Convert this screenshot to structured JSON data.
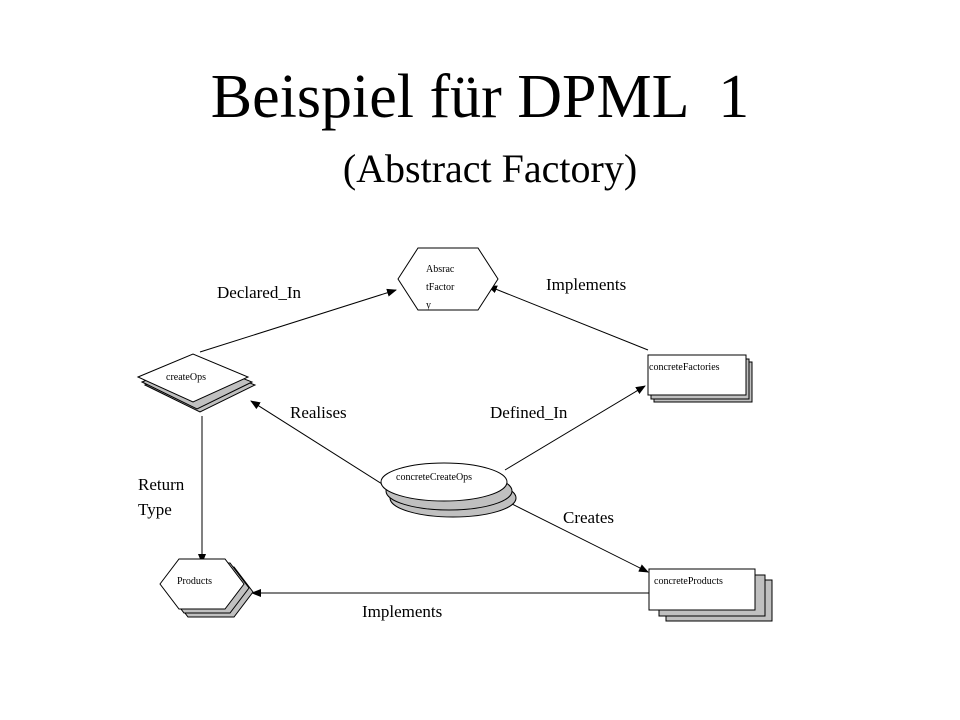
{
  "slide": {
    "title": "Beispiel für DPML  1",
    "subtitle": "(Abstract Factory)"
  },
  "nodes": {
    "abstract_factory": {
      "lines": [
        "Absrac",
        "tFactor",
        "y"
      ]
    },
    "create_ops": {
      "label": "createOps"
    },
    "concrete_factories": {
      "label": "concreteFactories"
    },
    "concrete_create_ops": {
      "label": "concreteCreateOps"
    },
    "products": {
      "label": "Products"
    },
    "concrete_products": {
      "label": "concreteProducts"
    }
  },
  "edges": {
    "declared_in": "Declared_In",
    "implements_top": "Implements",
    "realises": "Realises",
    "defined_in": "Defined_In",
    "return_type": [
      "Return",
      "Type"
    ],
    "creates": "Creates",
    "implements_bottom": "Implements"
  },
  "colors": {
    "shadow": "#c0c0c0",
    "stroke": "#000000",
    "fill": "#ffffff"
  }
}
